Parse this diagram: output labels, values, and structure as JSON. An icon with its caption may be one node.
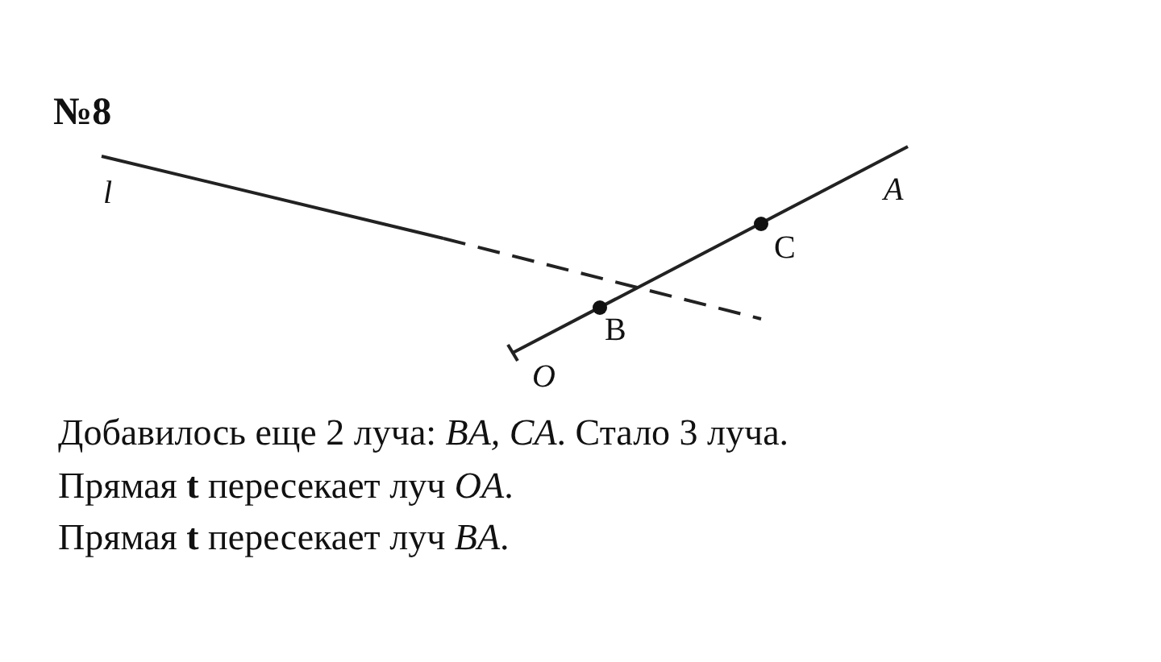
{
  "diagram": {
    "labels": [
      "№8",
      "l",
      "A",
      "C",
      "B",
      "O",
      "Добавилось еще 2 луча: *BA, CA*. Стало 3 луча.",
      "Прямая **t** пересекает луч *OA*.",
      "Прямая **t** пересекает луч *BA*."
    ]
  }
}
